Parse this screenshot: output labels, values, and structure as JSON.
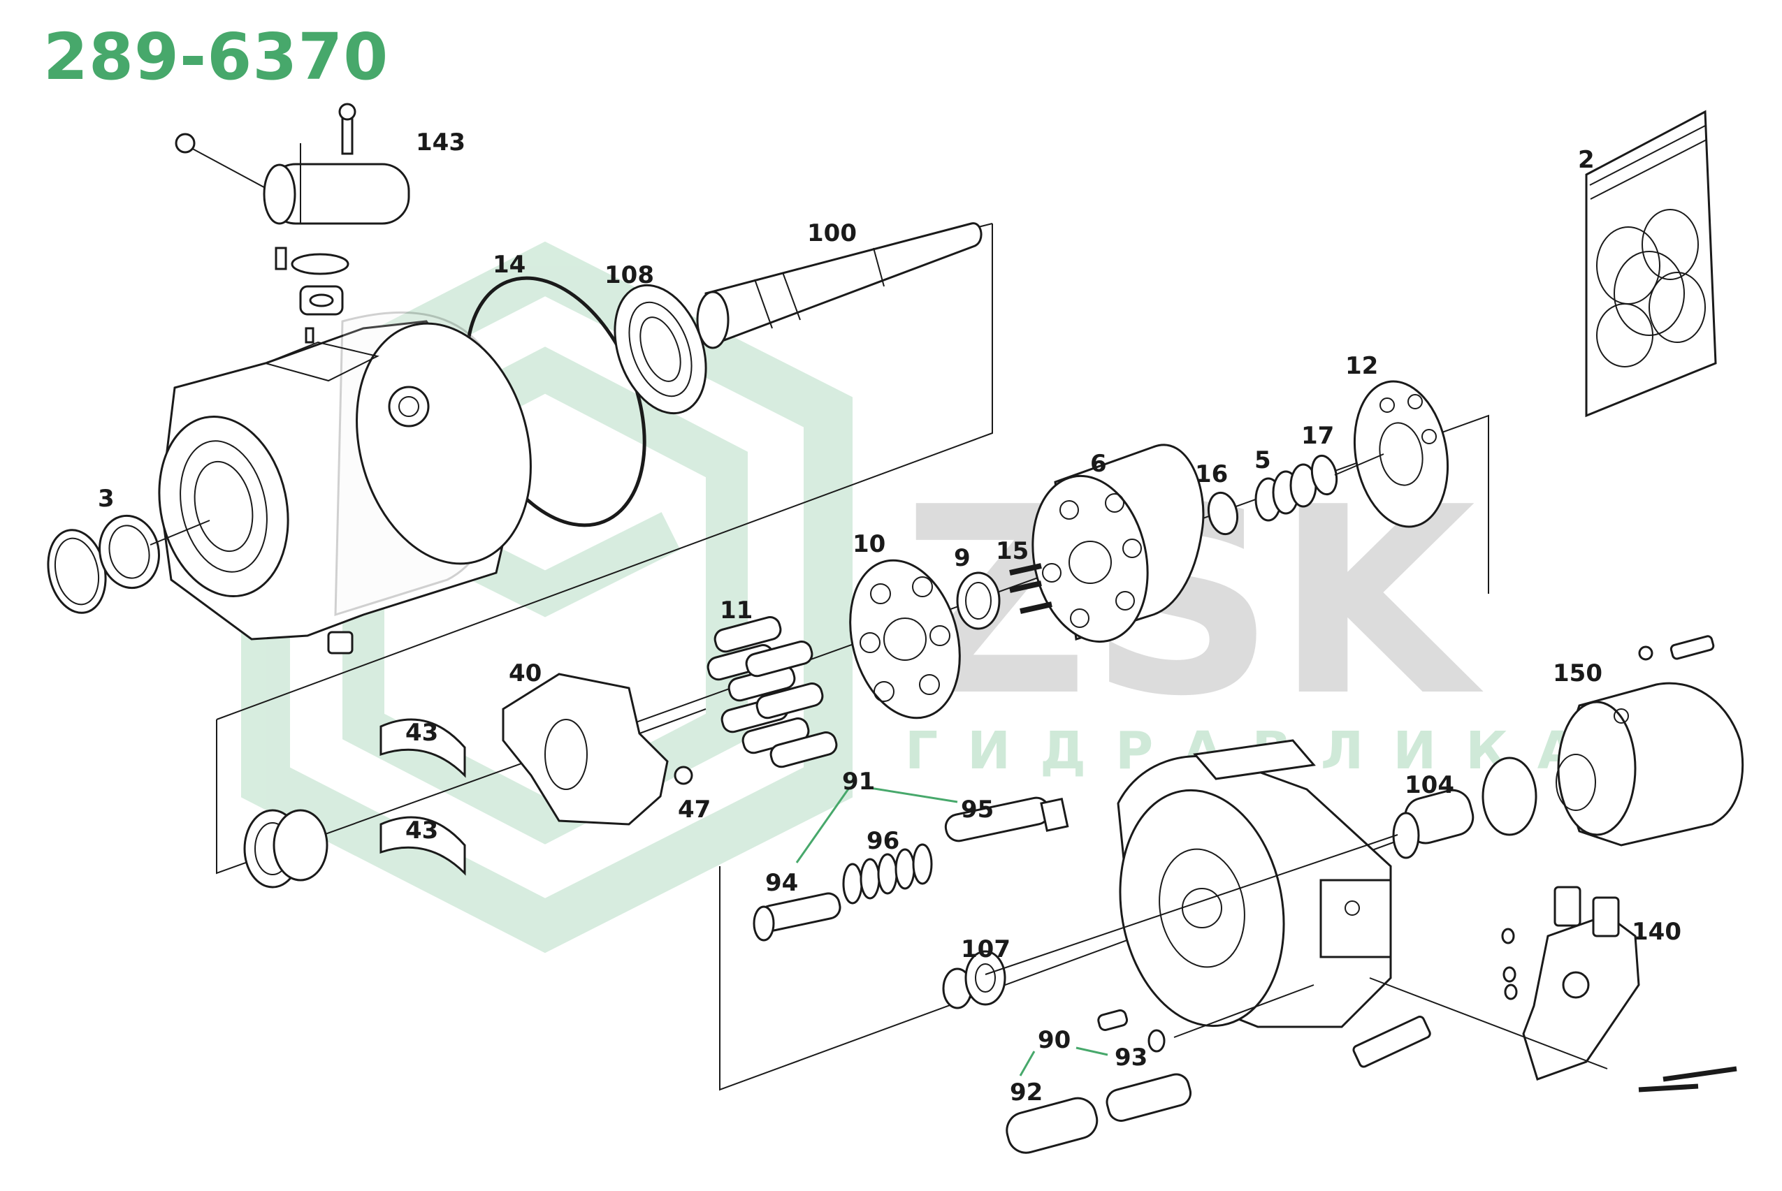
{
  "title": "289-6370",
  "watermark": {
    "brand": "ZSK",
    "sub": "ГИДРАВЛИКА"
  },
  "colors": {
    "title": "#47a86b",
    "watermark_gray": "#d4d4d4",
    "watermark_green": "#cfe9d8",
    "leader_green": "#47a86b"
  },
  "labels": {
    "l143": "143",
    "l100": "100",
    "l14": "14",
    "l108": "108",
    "l2": "2",
    "l12": "12",
    "l3": "3",
    "l6": "6",
    "l16": "16",
    "l5": "5",
    "l17": "17",
    "l10": "10",
    "l9": "9",
    "l15": "15",
    "l11": "11",
    "l40": "40",
    "l43a": "43",
    "l43b": "43",
    "l47": "47",
    "l150": "150",
    "l91": "91",
    "l95": "95",
    "l96": "96",
    "l94": "94",
    "l104": "104",
    "l107": "107",
    "l140": "140",
    "l90": "90",
    "l93": "93",
    "l92": "92"
  }
}
